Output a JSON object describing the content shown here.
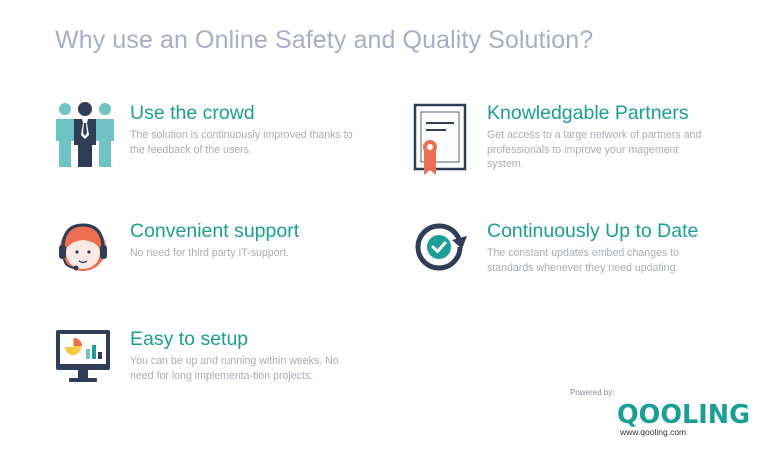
{
  "title": "Why use an Online Safety and Quality Solution?",
  "features": [
    {
      "title": "Use the crowd",
      "desc": "The solution is continuously improved thanks to the feedback of the users.",
      "icon": "crowd-icon"
    },
    {
      "title": "Convenient support",
      "desc": "No need for third  party IT-support.",
      "icon": "headset-support-icon"
    },
    {
      "title": "Easy to setup",
      "desc": "You can be up and running within weeks. No need for long implementa-tion projects.",
      "icon": "monitor-chart-icon"
    },
    {
      "title": "Knowledgable Partners",
      "desc": "Get access to a large network of partners and professionals to improve your magement system.",
      "icon": "certificate-icon"
    },
    {
      "title": "Continuously Up to Date",
      "desc": "The constant updates embed changes to standards whenever they need updating.",
      "icon": "refresh-check-icon"
    }
  ],
  "footer": {
    "powered_by": "Powered by:",
    "brand": "QOOLING",
    "url": "www.qooling.com"
  },
  "colors": {
    "accent": "#1a9e96",
    "title": "#a9adc6",
    "body_text": "#a9adb9",
    "navy": "#2f3d56",
    "coral": "#ee6e53",
    "teal_light": "#6fc3c4"
  }
}
